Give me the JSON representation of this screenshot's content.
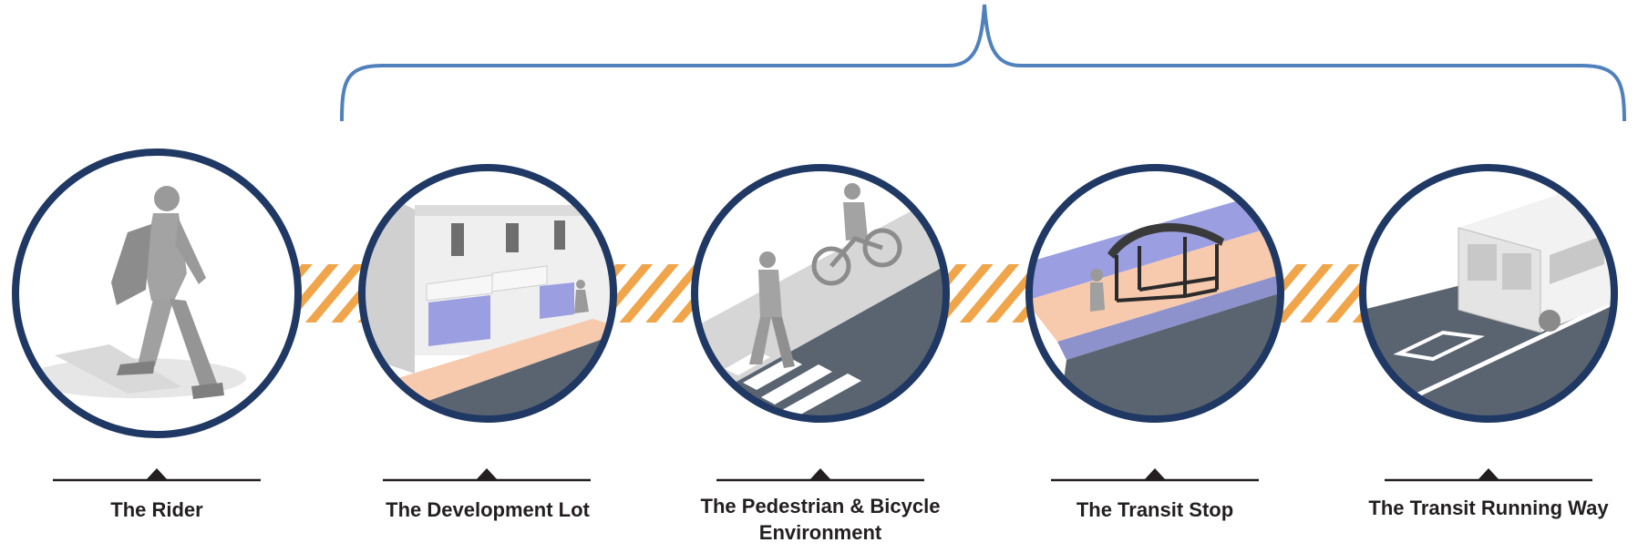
{
  "colors": {
    "brace": "#4f81bd",
    "ring": "#1f3864",
    "hatch": "#f0a54a",
    "road": "#5a6470",
    "sidewalk": "#f7c9ad",
    "bikelane": "#9b9ee0",
    "figure": "#9a9a9a",
    "label_line": "#231f20"
  },
  "stages": [
    {
      "id": "rider",
      "icon": "walking-person-icon",
      "label": "The Rider"
    },
    {
      "id": "development-lot",
      "icon": "storefront-building-icon",
      "label": "The Development Lot"
    },
    {
      "id": "ped-bike",
      "icon": "pedestrian-cyclist-crosswalk-icon",
      "label": "The Pedestrian & Bicycle Environment"
    },
    {
      "id": "transit-stop",
      "icon": "bus-shelter-icon",
      "label": "The Transit Stop"
    },
    {
      "id": "running-way",
      "icon": "bus-lane-icon",
      "label": "The Transit Running Way"
    }
  ]
}
